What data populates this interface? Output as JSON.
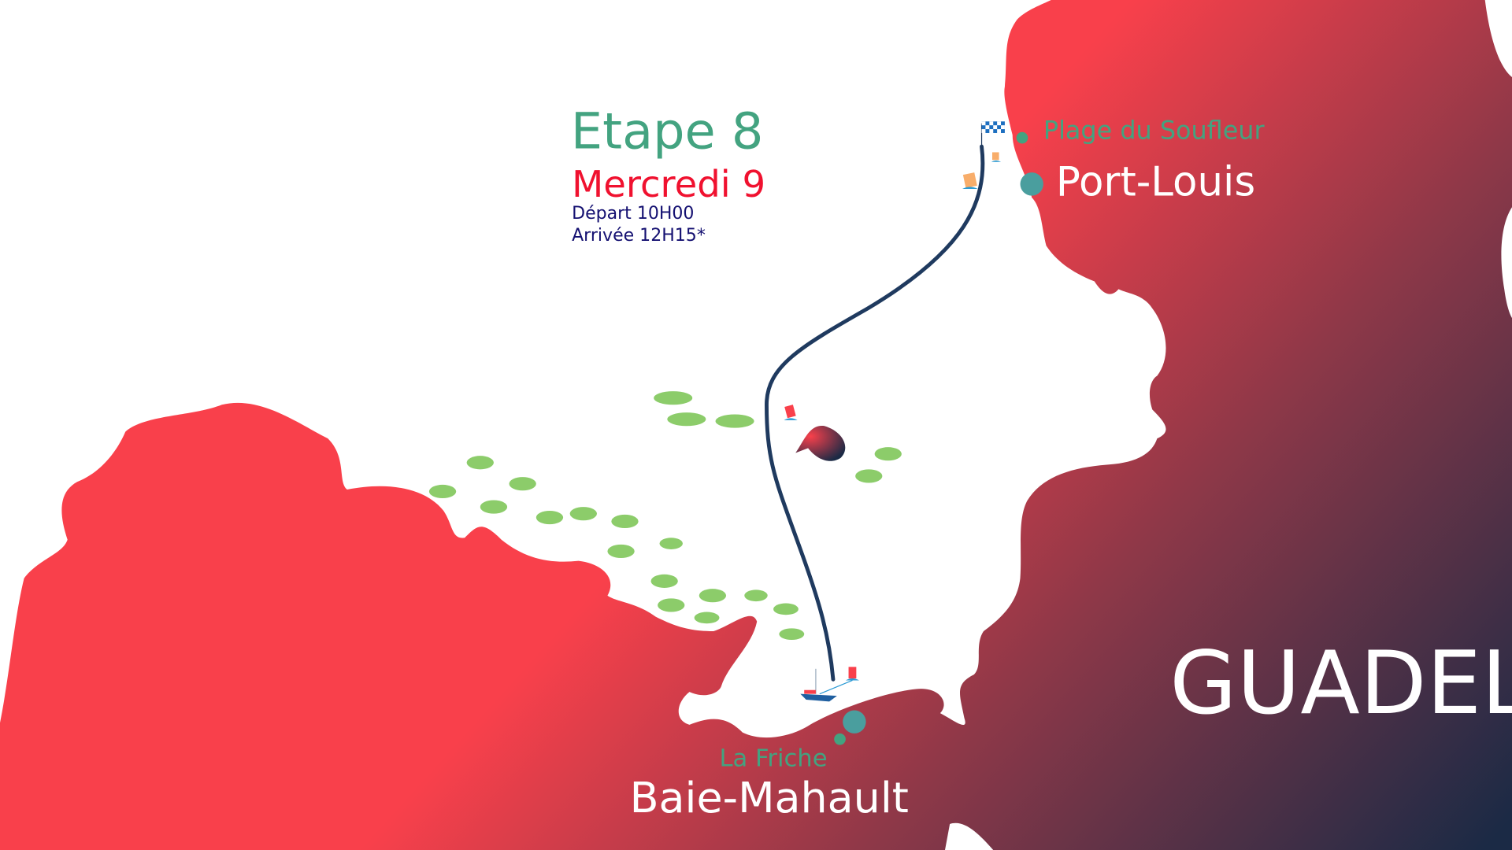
{
  "stage": {
    "title": "Etape 8",
    "day": "Mercredi 9",
    "departure": "Départ 10H00",
    "arrival": "Arrivée 12H15*"
  },
  "places": {
    "finish_beach": "Plage du Soufleur",
    "finish_town": "Port-Louis",
    "start_beach": "La Friche",
    "start_town": "Baie-Mahault",
    "island": "GUADELOUPE"
  },
  "colors": {
    "title_green": "#43a380",
    "day_red": "#f0112f",
    "info_navy": "#141071",
    "land_red": "#f9404b",
    "land_navy": "#1b2a45",
    "route": "#1f3a5f",
    "islet_green": "#8ccc6a",
    "marker_teal": "#4a9e9e"
  }
}
